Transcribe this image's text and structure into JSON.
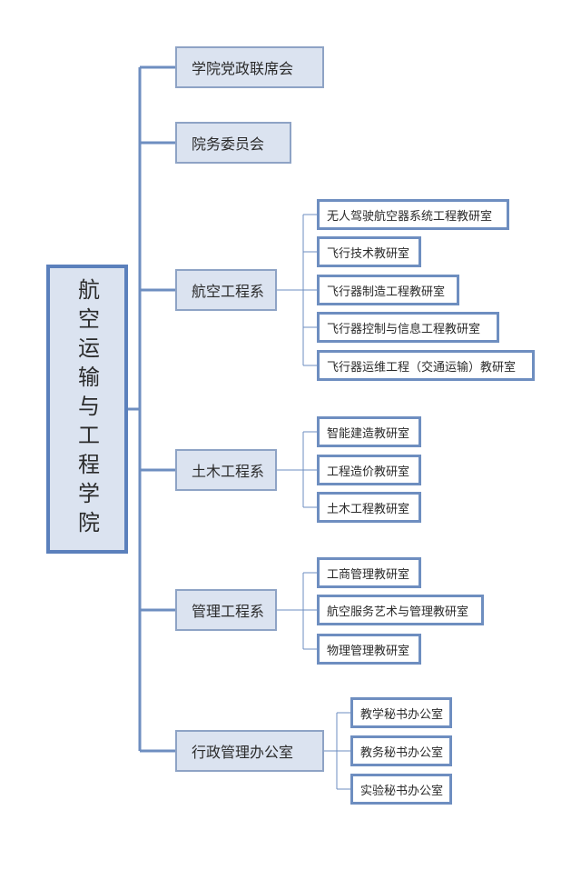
{
  "root": {
    "label": "航空运输与工程学院"
  },
  "branches": [
    {
      "label": "学院党政联席会",
      "children": []
    },
    {
      "label": "院务委员会",
      "children": []
    },
    {
      "label": "航空工程系",
      "children": [
        "无人驾驶航空器系统工程教研室",
        "飞行技术教研室",
        "飞行器制造工程教研室",
        "飞行器控制与信息工程教研室",
        "飞行器运维工程（交通运输）教研室"
      ]
    },
    {
      "label": "土木工程系",
      "children": [
        "智能建造教研室",
        "工程造价教研室",
        "土木工程教研室"
      ]
    },
    {
      "label": "管理工程系",
      "children": [
        "工商管理教研室",
        "航空服务艺术与管理教研室",
        "物理管理教研室"
      ]
    },
    {
      "label": "行政管理办公室",
      "children": [
        "教学秘书办公室",
        "教务秘书办公室",
        "实验秘书办公室"
      ]
    }
  ],
  "colors": {
    "line": "#6e8ec0",
    "fill": "#dbe3f0",
    "root_border": "#5b80bc"
  }
}
